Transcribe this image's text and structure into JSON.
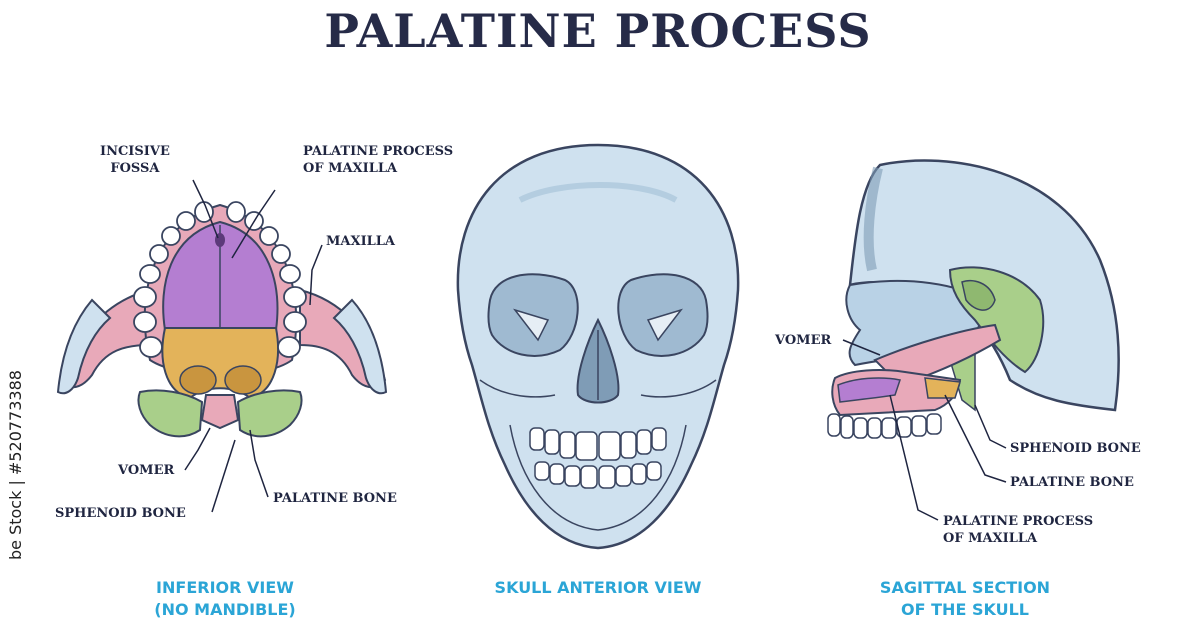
{
  "title": "PALATINE PROCESS",
  "inferior": {
    "labels": {
      "incisive_fossa": [
        "INCISIVE",
        "FOSSA"
      ],
      "palatine_process": [
        "PALATINE PROCESS",
        "OF MAXILLA"
      ],
      "maxilla": "MAXILLA",
      "vomer": "VOMER",
      "sphenoid": "SPHENOID BONE",
      "palatine_bone": "PALATINE BONE"
    },
    "caption": [
      "INFERIOR VIEW",
      "(NO MANDIBLE)"
    ]
  },
  "anterior": {
    "caption": "SKULL ANTERIOR VIEW"
  },
  "sagittal": {
    "labels": {
      "vomer": "VOMER",
      "sphenoid": "SPHENOID BONE",
      "palatine_bone": "PALATINE BONE",
      "palatine_process": [
        "PALATINE PROCESS",
        "OF MAXILLA"
      ]
    },
    "caption": [
      "SAGITTAL SECTION",
      "OF THE SKULL"
    ]
  },
  "watermark": "be Stock | #520773388",
  "colors": {
    "bone": "#cfe1ef",
    "outline": "#3a4560",
    "purple": "#b47ed1",
    "pink": "#e8a9b9",
    "orange": "#e3b35a",
    "green": "#a9cf8a",
    "caption": "#2ba5d6"
  }
}
